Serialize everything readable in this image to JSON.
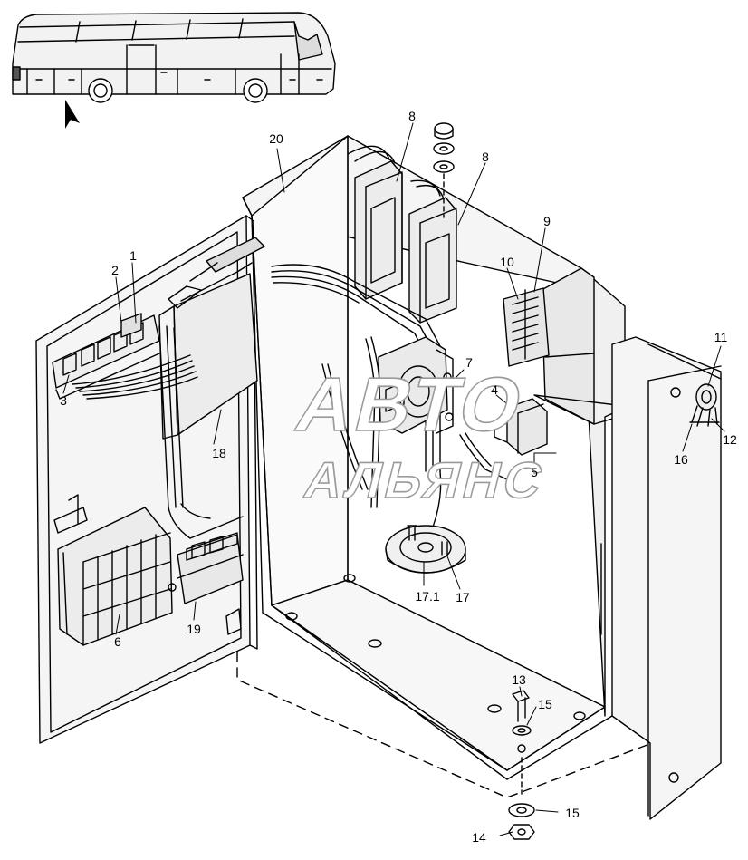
{
  "diagram": {
    "watermark": {
      "line1": "АВТО",
      "line2": "АЛЬЯНС"
    },
    "callouts": {
      "c1": "1",
      "c2": "2",
      "c3": "3",
      "c4": "4",
      "c5": "5",
      "c6": "6",
      "c7": "7",
      "c8a": "8",
      "c8b": "8",
      "c9": "9",
      "c10": "10",
      "c11": "11",
      "c12": "12",
      "c13": "13",
      "c14": "14",
      "c15a": "15",
      "c15b": "15",
      "c16": "16",
      "c17": "17",
      "c17_1": "17.1",
      "c18": "18",
      "c19": "19",
      "c20": "20"
    }
  }
}
